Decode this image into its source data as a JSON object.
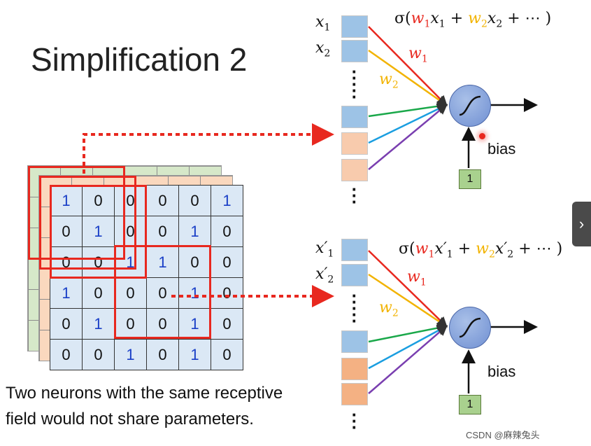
{
  "slide": {
    "title": "Simplification 2",
    "caption_line1": "Two neurons with the same receptive",
    "caption_line2": "field would not share parameters."
  },
  "image_grid": {
    "rows": [
      [
        "1",
        "0",
        "0",
        "0",
        "0",
        "1"
      ],
      [
        "0",
        "1",
        "0",
        "0",
        "1",
        "0"
      ],
      [
        "0",
        "0",
        "1",
        "1",
        "0",
        "0"
      ],
      [
        "1",
        "0",
        "0",
        "0",
        "1",
        "0"
      ],
      [
        "0",
        "1",
        "0",
        "0",
        "1",
        "0"
      ],
      [
        "0",
        "0",
        "1",
        "0",
        "1",
        "0"
      ]
    ]
  },
  "neuron_top": {
    "input1": "x",
    "input1_sub": "1",
    "input2": "x",
    "input2_sub": "2",
    "w1_label": "w",
    "w1_sub": "1",
    "w2_label": "w",
    "w2_sub": "2",
    "bias": "bias",
    "one": "1",
    "formula": {
      "sigma": "σ(",
      "w1": "w",
      "w1_sub": "1",
      "x1": "x",
      "x1_sub": "1",
      "plus1": " + ",
      "w2": "w",
      "w2_sub": "2",
      "x2": "x",
      "x2_sub": "2",
      "tail": " + ⋯ )"
    }
  },
  "neuron_bottom": {
    "input1": "x′",
    "input1_sub": "1",
    "input2": "x′",
    "input2_sub": "2",
    "w1_label": "w",
    "w1_sub": "1",
    "w2_label": "w",
    "w2_sub": "2",
    "bias": "bias",
    "one": "1",
    "formula": {
      "sigma": "σ(",
      "w1": "w",
      "w1_sub": "1",
      "x1": "x′",
      "x1_sub": "1",
      "plus1": " + ",
      "w2": "w",
      "w2_sub": "2",
      "x2": "x′",
      "x2_sub": "2",
      "tail": " + ⋯ )"
    }
  },
  "ui": {
    "next_icon": "chevron-right-icon",
    "next_glyph": "›"
  },
  "watermark": "CSDN @麻辣兔头",
  "colors": {
    "red": "#e8281f",
    "yellow": "#f2b300",
    "green": "#1aa84a",
    "cyan": "#1a9ee0",
    "purple": "#7a3fb0",
    "blue_input": "#9dc3e6",
    "peach_input": "#f8cbad",
    "orange_input": "#f4b183"
  }
}
